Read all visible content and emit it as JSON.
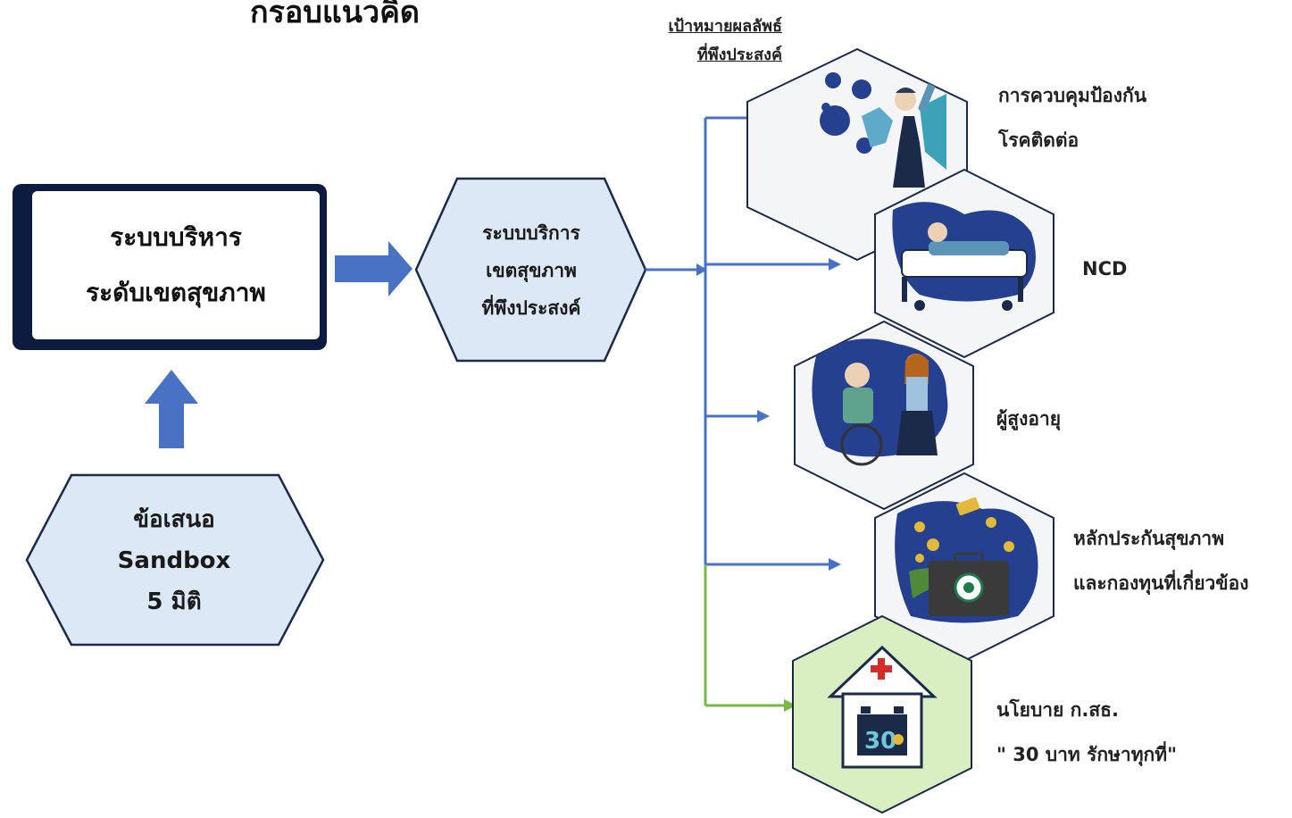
{
  "header": {
    "title": "กรอบแนวคิด"
  },
  "goals_heading": {
    "line1": "เป้าหมายผลลัพธ์",
    "line2": "ที่พึงประสงค์"
  },
  "admin_system": {
    "line1": "ระบบบริหาร",
    "line2": "ระดับเขตสุขภาพ"
  },
  "service_system": {
    "line1": "ระบบบริการ",
    "line2": "เขตสุขภาพ",
    "line3": "ที่พึงประสงค์"
  },
  "sandbox": {
    "line1": "ข้อเสนอ",
    "line2": "Sandbox",
    "line3": "5 มิติ"
  },
  "outcomes": [
    {
      "line1": "การควบคุมป้องกัน",
      "line2": "โรคติดต่อ",
      "icon": "communicable-disease-icon"
    },
    {
      "line1": "NCD",
      "icon": "hospital-bed-patient-icon"
    },
    {
      "line1": "ผู้สูงอายุ",
      "icon": "elderly-wheelchair-icon"
    },
    {
      "line1": "หลักประกันสุขภาพ",
      "line2": "และกองทุนที่เกี่ยวข้อง",
      "icon": "health-fund-briefcase-icon"
    },
    {
      "line1": "นโยบาย ก.สธ.",
      "line2": "\" 30 บาท รักษาทุกที่\"",
      "icon": "hospital-30-baht-icon",
      "icon_text": "30"
    }
  ],
  "colors": {
    "hex_fill": "#dde8f6",
    "hex_stroke": "#1c2a4a",
    "arrow_blue": "#4a72c4",
    "connector_blue": "#4a72c4",
    "connector_green": "#7ab648",
    "admin_border": "#0c1b3f",
    "policy_hex_fill": "#d9efc2"
  }
}
